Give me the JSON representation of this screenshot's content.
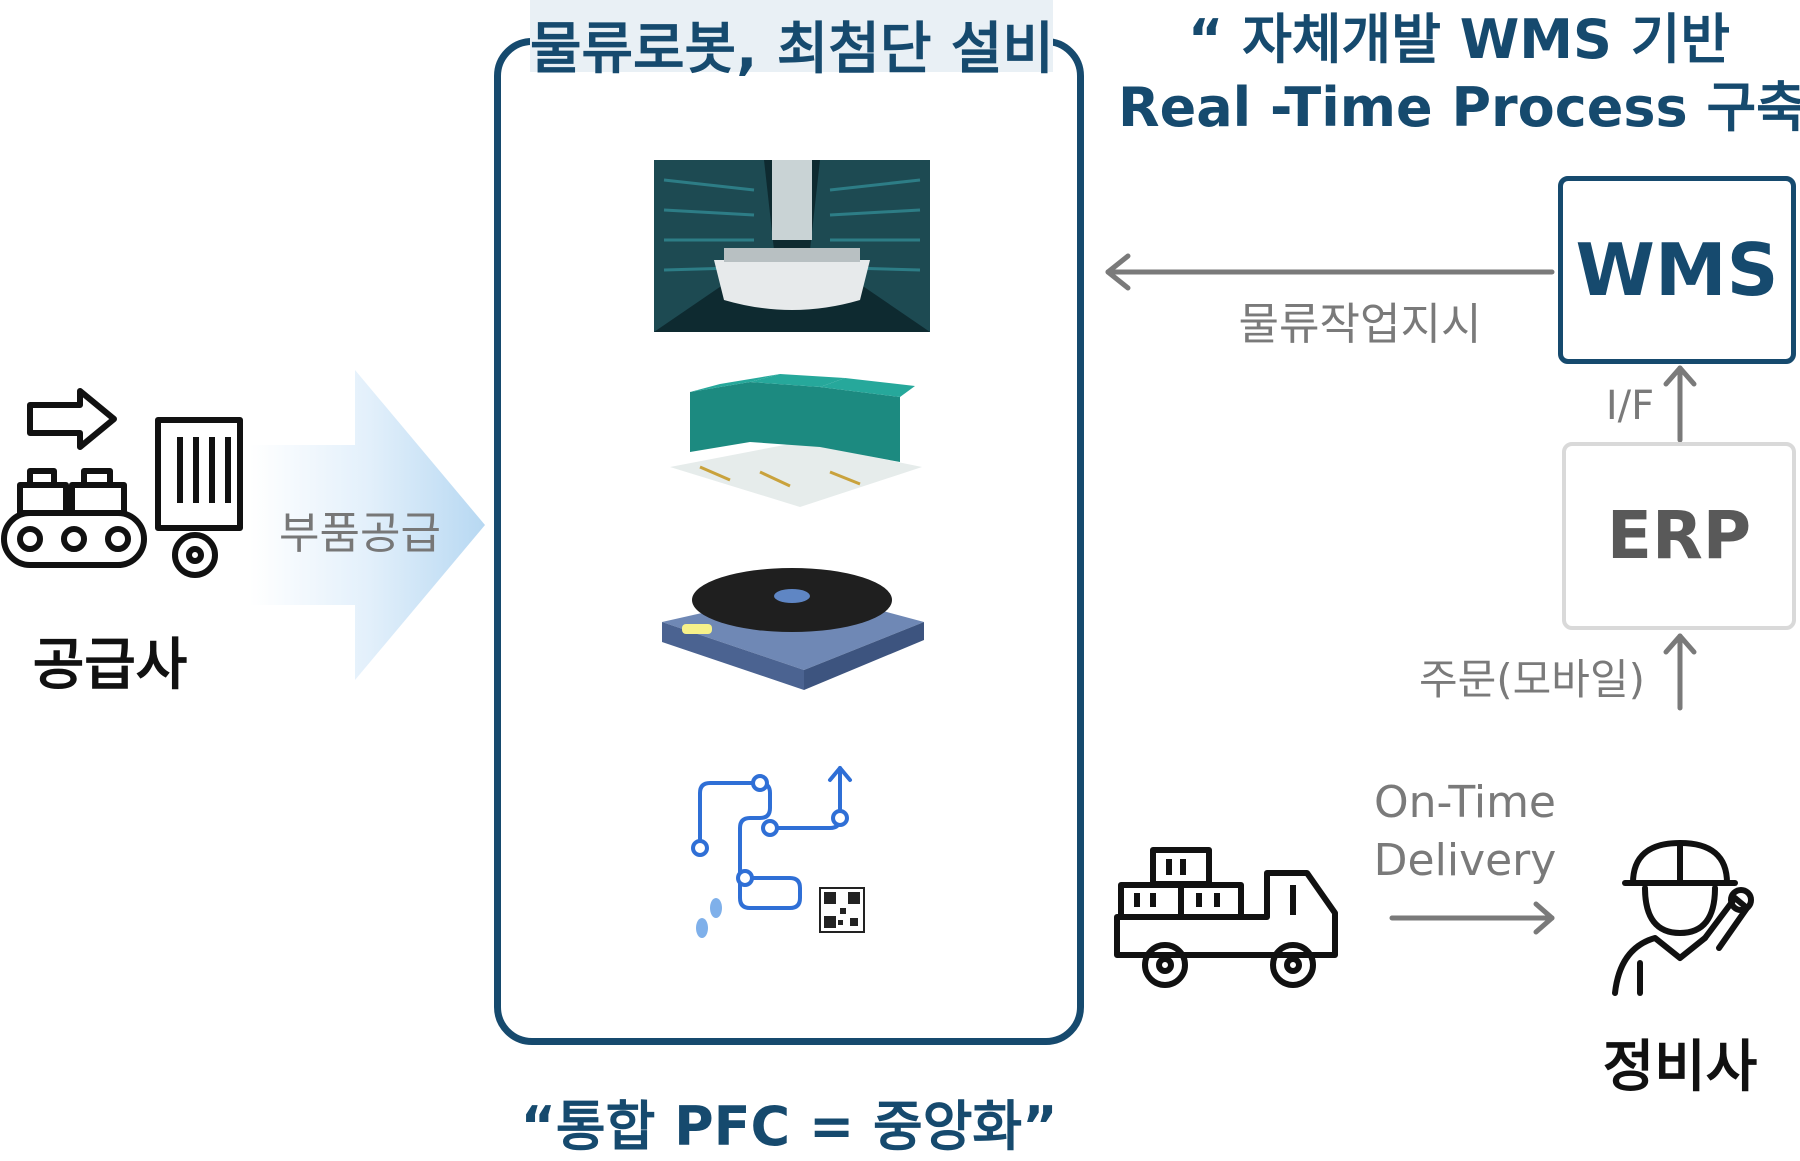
{
  "left": {
    "supplier_label": "공급사",
    "supply_label": "부품공급"
  },
  "center": {
    "title": "물류로봇, 최첨단 설비",
    "slogan": "“통합 PFC = 중앙화”"
  },
  "right": {
    "header_line1": "“ 자체개발 WMS 기반",
    "header_line2": "Real -Time Process 구축”",
    "wms_label": "WMS",
    "erp_label": "ERP",
    "instruction_label": "물류작업지시",
    "if_label": "I/F",
    "order_label": "주문(모바일)",
    "ontime_line1": "On-Time",
    "ontime_line2": "Delivery",
    "mechanic_label": "정비사"
  },
  "icons": {
    "supplier": "conveyor-truck-icon",
    "truck": "delivery-truck-icon",
    "mechanic": "mechanic-worker-icon",
    "asrs": "asrs-robot-image",
    "shuttle": "shuttle-rack-image",
    "amr": "amr-robot-image",
    "path": "qr-path-icon"
  },
  "colors": {
    "brand_navy": "#164a6e",
    "arrow_gray": "#7a7a7a",
    "arrow_blue": "#bcdcf3",
    "path_blue": "#2f6fd6"
  }
}
